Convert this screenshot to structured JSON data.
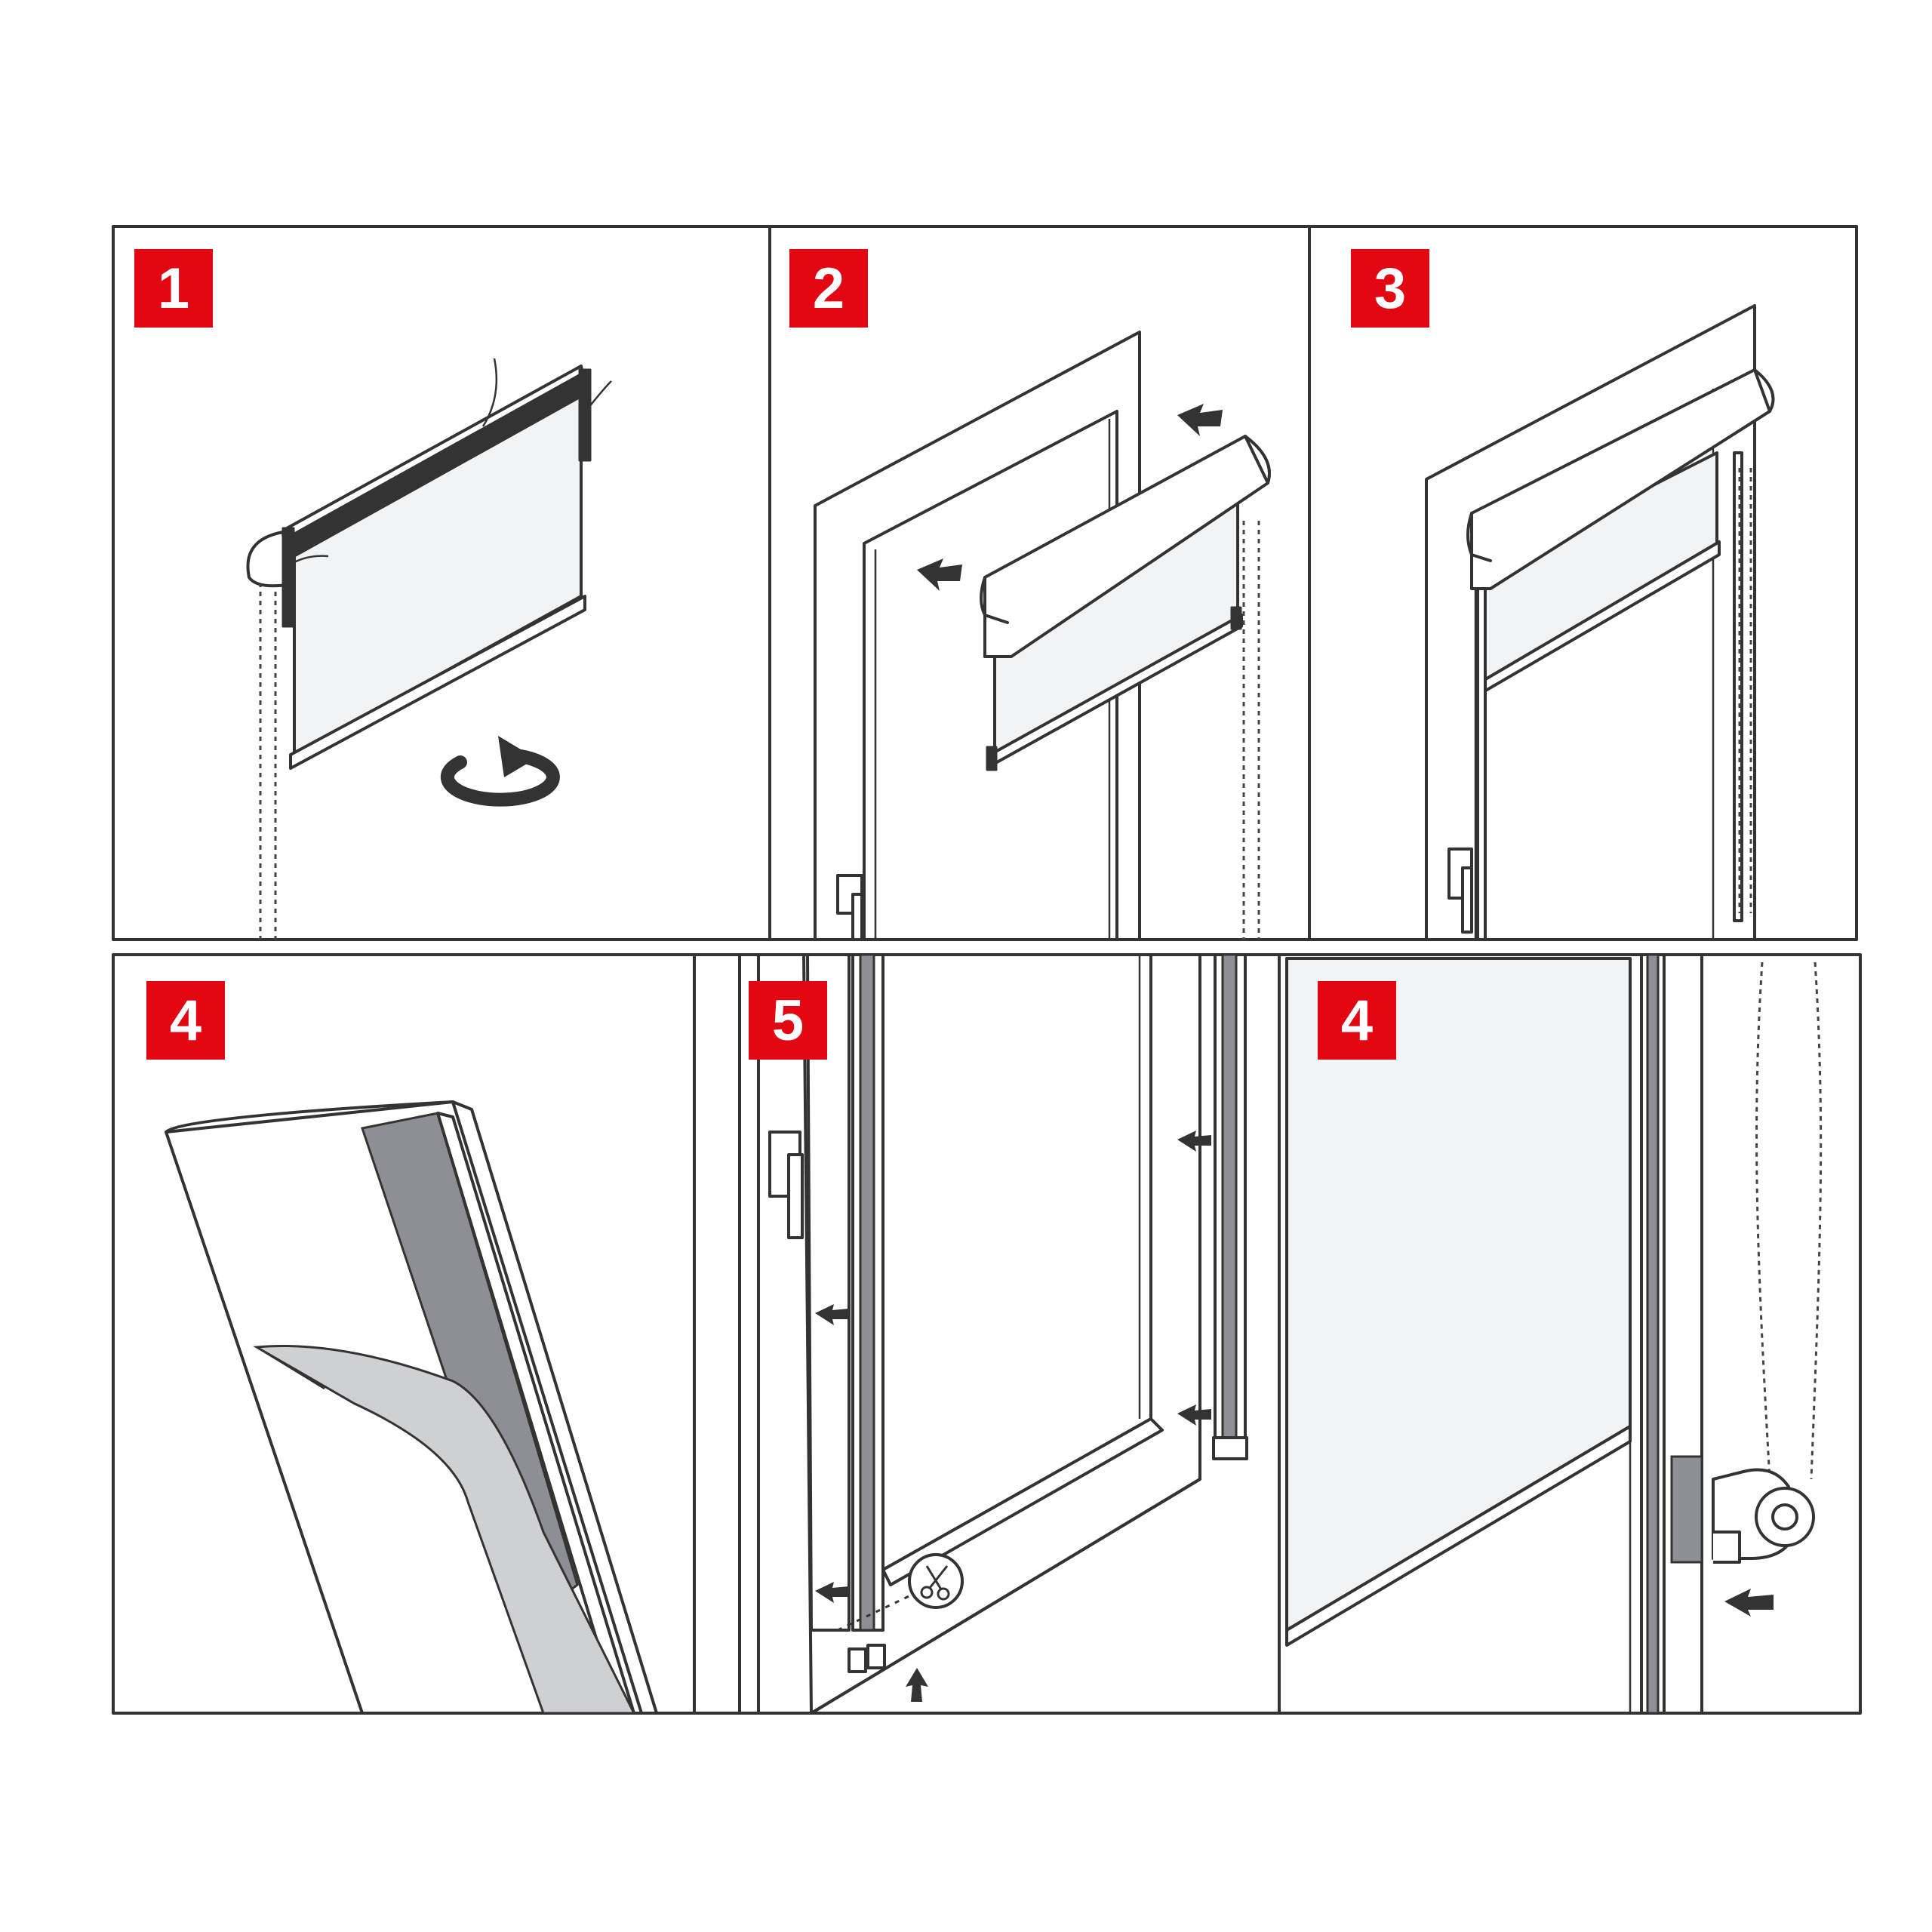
{
  "panels": [
    {
      "id": "panel-1",
      "step": "1"
    },
    {
      "id": "panel-2",
      "step": "2"
    },
    {
      "id": "panel-3",
      "step": "3"
    },
    {
      "id": "panel-4a",
      "step": "4"
    },
    {
      "id": "panel-5",
      "step": "5"
    },
    {
      "id": "panel-4b",
      "step": "4"
    }
  ],
  "colors": {
    "badge": "#e30613",
    "line": "#333333",
    "fabric": "#f2f3f5",
    "tape": "#8e8f94"
  },
  "icons": [
    "rotate-arrow-icon",
    "push-arrow-icon",
    "scissors-icon"
  ]
}
